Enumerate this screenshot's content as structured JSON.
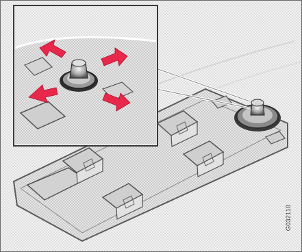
{
  "figure": {
    "code": "G032110",
    "description_icons": {
      "panel": "door-control-panel",
      "knob": "mirror-adjust-knob",
      "arrows": "direction-arrows"
    },
    "colors": {
      "arrow": "#e8284a",
      "panel": "#d9d9d9",
      "dots": "#c9c9c9",
      "border": "#4a4a4a"
    }
  }
}
